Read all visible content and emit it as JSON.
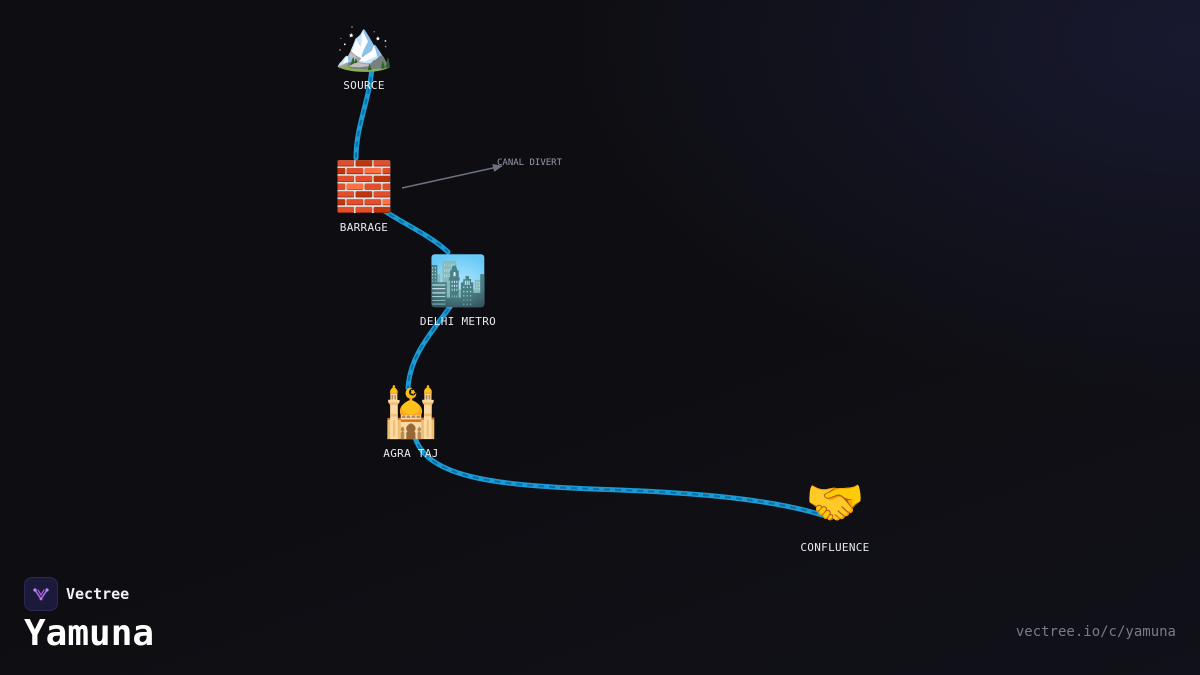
{
  "diagram": {
    "nodes": [
      {
        "id": "source",
        "icon": "🏔️",
        "icon_name": "snow-mountain-icon",
        "label": "SOURCE"
      },
      {
        "id": "barrage",
        "icon": "🧱",
        "icon_name": "brick-wall-icon",
        "label": "BARRAGE"
      },
      {
        "id": "delhi",
        "icon": "🏙️",
        "icon_name": "cityscape-icon",
        "label": "DELHI METRO"
      },
      {
        "id": "agra",
        "icon": "🕌",
        "icon_name": "mosque-icon",
        "label": "AGRA TAJ"
      },
      {
        "id": "confluence",
        "icon": "🤝",
        "icon_name": "handshake-icon",
        "label": "CONFLUENCE"
      }
    ],
    "branch": {
      "from": "barrage",
      "label": "CANAL DIVERT"
    },
    "colors": {
      "river": "#1a9bd6",
      "river_dash": "#0e6fa3",
      "branch": "#6b7280"
    }
  },
  "brand": {
    "name": "Vectree",
    "logo_icon": "vectree-logo-icon"
  },
  "title": "Yamuna",
  "footer": {
    "url": "vectree.io/c/yamuna"
  }
}
